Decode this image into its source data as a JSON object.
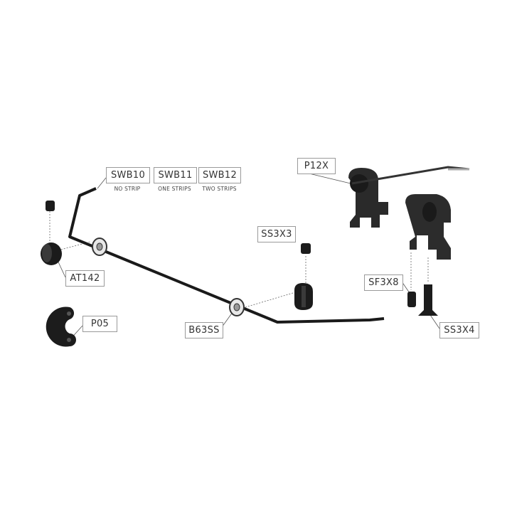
{
  "labels": {
    "swb10": "SWB10",
    "swb10_sub": "NO STRIP",
    "swb11": "SWB11",
    "swb11_sub": "ONE STRIPS",
    "swb12": "SWB12",
    "swb12_sub": "TWO STRIPS",
    "p12x": "P12X",
    "ss3x3": "SS3X3",
    "at142": "AT142",
    "p05": "P05",
    "b63ss": "B63SS",
    "sf3x8": "SF3X8",
    "ss3x4": "SS3X4"
  }
}
